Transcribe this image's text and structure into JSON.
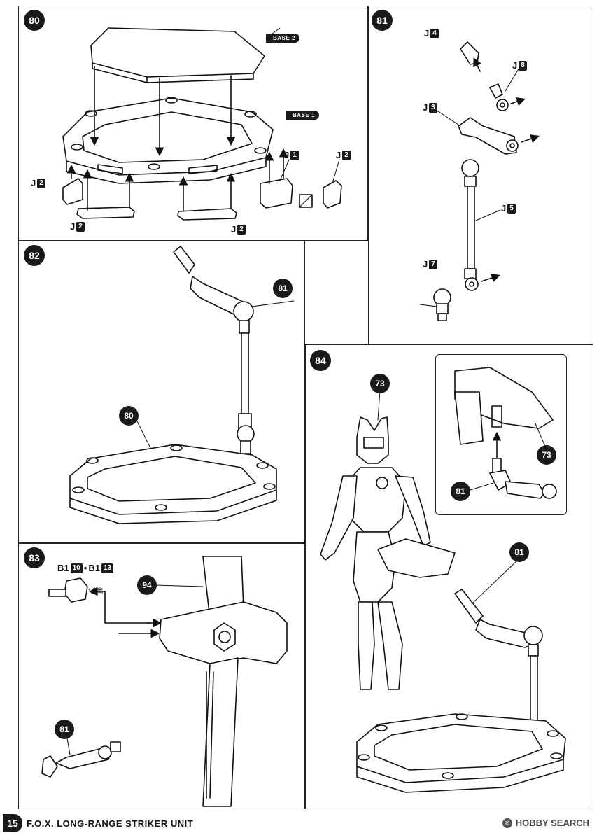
{
  "steps": {
    "s80": {
      "number": "80",
      "tags": {
        "base2": "BASE 2",
        "base1": "BASE 1"
      },
      "parts": [
        {
          "prefix": "J",
          "num": "2"
        },
        {
          "prefix": "J",
          "num": "1"
        },
        {
          "prefix": "J",
          "num": "2"
        },
        {
          "prefix": "J",
          "num": "2"
        },
        {
          "prefix": "J",
          "num": "2"
        }
      ]
    },
    "s81": {
      "number": "81",
      "parts": [
        {
          "prefix": "J",
          "num": "4"
        },
        {
          "prefix": "J",
          "num": "8"
        },
        {
          "prefix": "J",
          "num": "3"
        },
        {
          "prefix": "J",
          "num": "5"
        },
        {
          "prefix": "J",
          "num": "7"
        }
      ]
    },
    "s82": {
      "number": "82",
      "refs": [
        "81",
        "80"
      ]
    },
    "s83": {
      "number": "83",
      "parts": [
        {
          "prefix": "B1",
          "num": "10"
        },
        {
          "prefix": "B1",
          "num": "13"
        }
      ],
      "separator": "•",
      "note": "*拡出",
      "refs": [
        "94",
        "81"
      ]
    },
    "s84": {
      "number": "84",
      "refs": [
        "73",
        "73",
        "81",
        "81"
      ]
    }
  },
  "footer": {
    "page_number": "15",
    "title": "F.O.X. LONG-RANGE STRIKER UNIT",
    "watermark": "HOBBY SEARCH",
    "watermark_mark": "©"
  }
}
